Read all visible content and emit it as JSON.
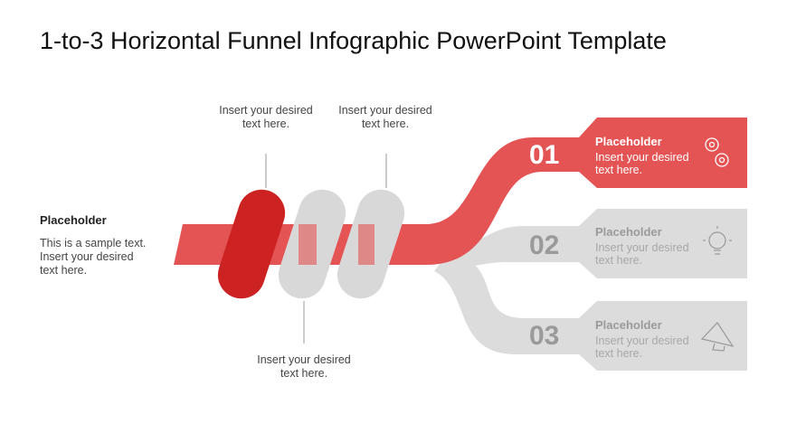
{
  "title": "1-to-3 Horizontal Funnel Infographic PowerPoint Template",
  "left": {
    "heading": "Placeholder",
    "body": "This is a sample text. Insert your desired text here."
  },
  "callouts": [
    "Insert your desired text here.",
    "Insert your desired text here.",
    "Insert your desired text here."
  ],
  "steps": [
    {
      "number": "01",
      "heading": "Placeholder",
      "body": "Insert your desired text here.",
      "icon": "gears-icon"
    },
    {
      "number": "02",
      "heading": "Placeholder",
      "body": "Insert your desired text here.",
      "icon": "lightbulb-icon"
    },
    {
      "number": "03",
      "heading": "Placeholder",
      "body": "Insert your desired text here.",
      "icon": "megaphone-icon"
    }
  ],
  "colors": {
    "red": "#e55454",
    "darkred": "#cc2222",
    "grey": "#dcdcdc",
    "greytext": "#9a9a9a"
  }
}
